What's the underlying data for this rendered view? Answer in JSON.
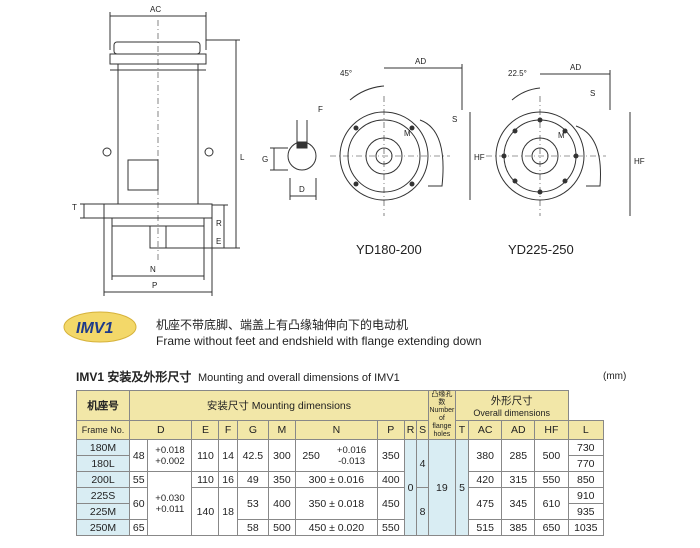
{
  "drawing": {
    "labels": {
      "ac": "AC",
      "l": "L",
      "r": "R",
      "e": "E",
      "n": "N",
      "p": "P",
      "t": "T",
      "f": "F",
      "g": "G",
      "d": "D",
      "m": "M",
      "s": "S",
      "hf": "HF",
      "ad": "AD",
      "angle1": "45°",
      "angle2": "22.5°"
    },
    "view1_caption": "YD180-200",
    "view2_caption": "YD225-250"
  },
  "badge": "IMV1",
  "caption_cn": "机座不带底脚、端盖上有凸缘轴伸向下的电动机",
  "caption_en": "Frame without feet and endshield with flange extending down",
  "section_title_cn": "IMV1 安装及外形尺寸",
  "section_title_en": "Mounting and overall dimensions of IMV1",
  "unit": "(mm)",
  "table": {
    "frame_cn": "机座号",
    "frame_en": "Frame No.",
    "mount_header": "安装尺寸 Mounting dimensions",
    "overall_cn": "外形尺寸",
    "overall_en": "Overall dimensions",
    "holes_header": "凸缘孔数 Number of flange holes",
    "cols": [
      "D",
      "E",
      "F",
      "G",
      "M",
      "N",
      "P",
      "R",
      "S",
      "T",
      "AC",
      "AD",
      "HF",
      "L"
    ],
    "frames": [
      "180M",
      "180L",
      "200L",
      "225S",
      "225M",
      "250M"
    ],
    "d": [
      "48",
      "55",
      "60",
      "65"
    ],
    "d_tol1": [
      "+0.018",
      "+0.002"
    ],
    "d_tol2": [
      "+0.030",
      "+0.011"
    ],
    "e": [
      "110",
      "140"
    ],
    "f": [
      "14",
      "16",
      "18"
    ],
    "g": [
      "42.5",
      "49",
      "53",
      "58"
    ],
    "m": [
      "300",
      "350",
      "400",
      "500"
    ],
    "n": [
      "250",
      "300 ± 0.016",
      "350 ± 0.018",
      "450 ± 0.020"
    ],
    "n_tol1": [
      "+0.016",
      "-0.013"
    ],
    "p": [
      "350",
      "400",
      "450",
      "550"
    ],
    "r": "0",
    "holes": [
      "4",
      "8"
    ],
    "s": "19",
    "t": "5",
    "ac": [
      "380",
      "420",
      "475",
      "515"
    ],
    "ad": [
      "285",
      "315",
      "345",
      "385"
    ],
    "hf": [
      "500",
      "550",
      "610",
      "650"
    ],
    "l": [
      "730",
      "770",
      "850",
      "910",
      "935",
      "1035"
    ]
  }
}
